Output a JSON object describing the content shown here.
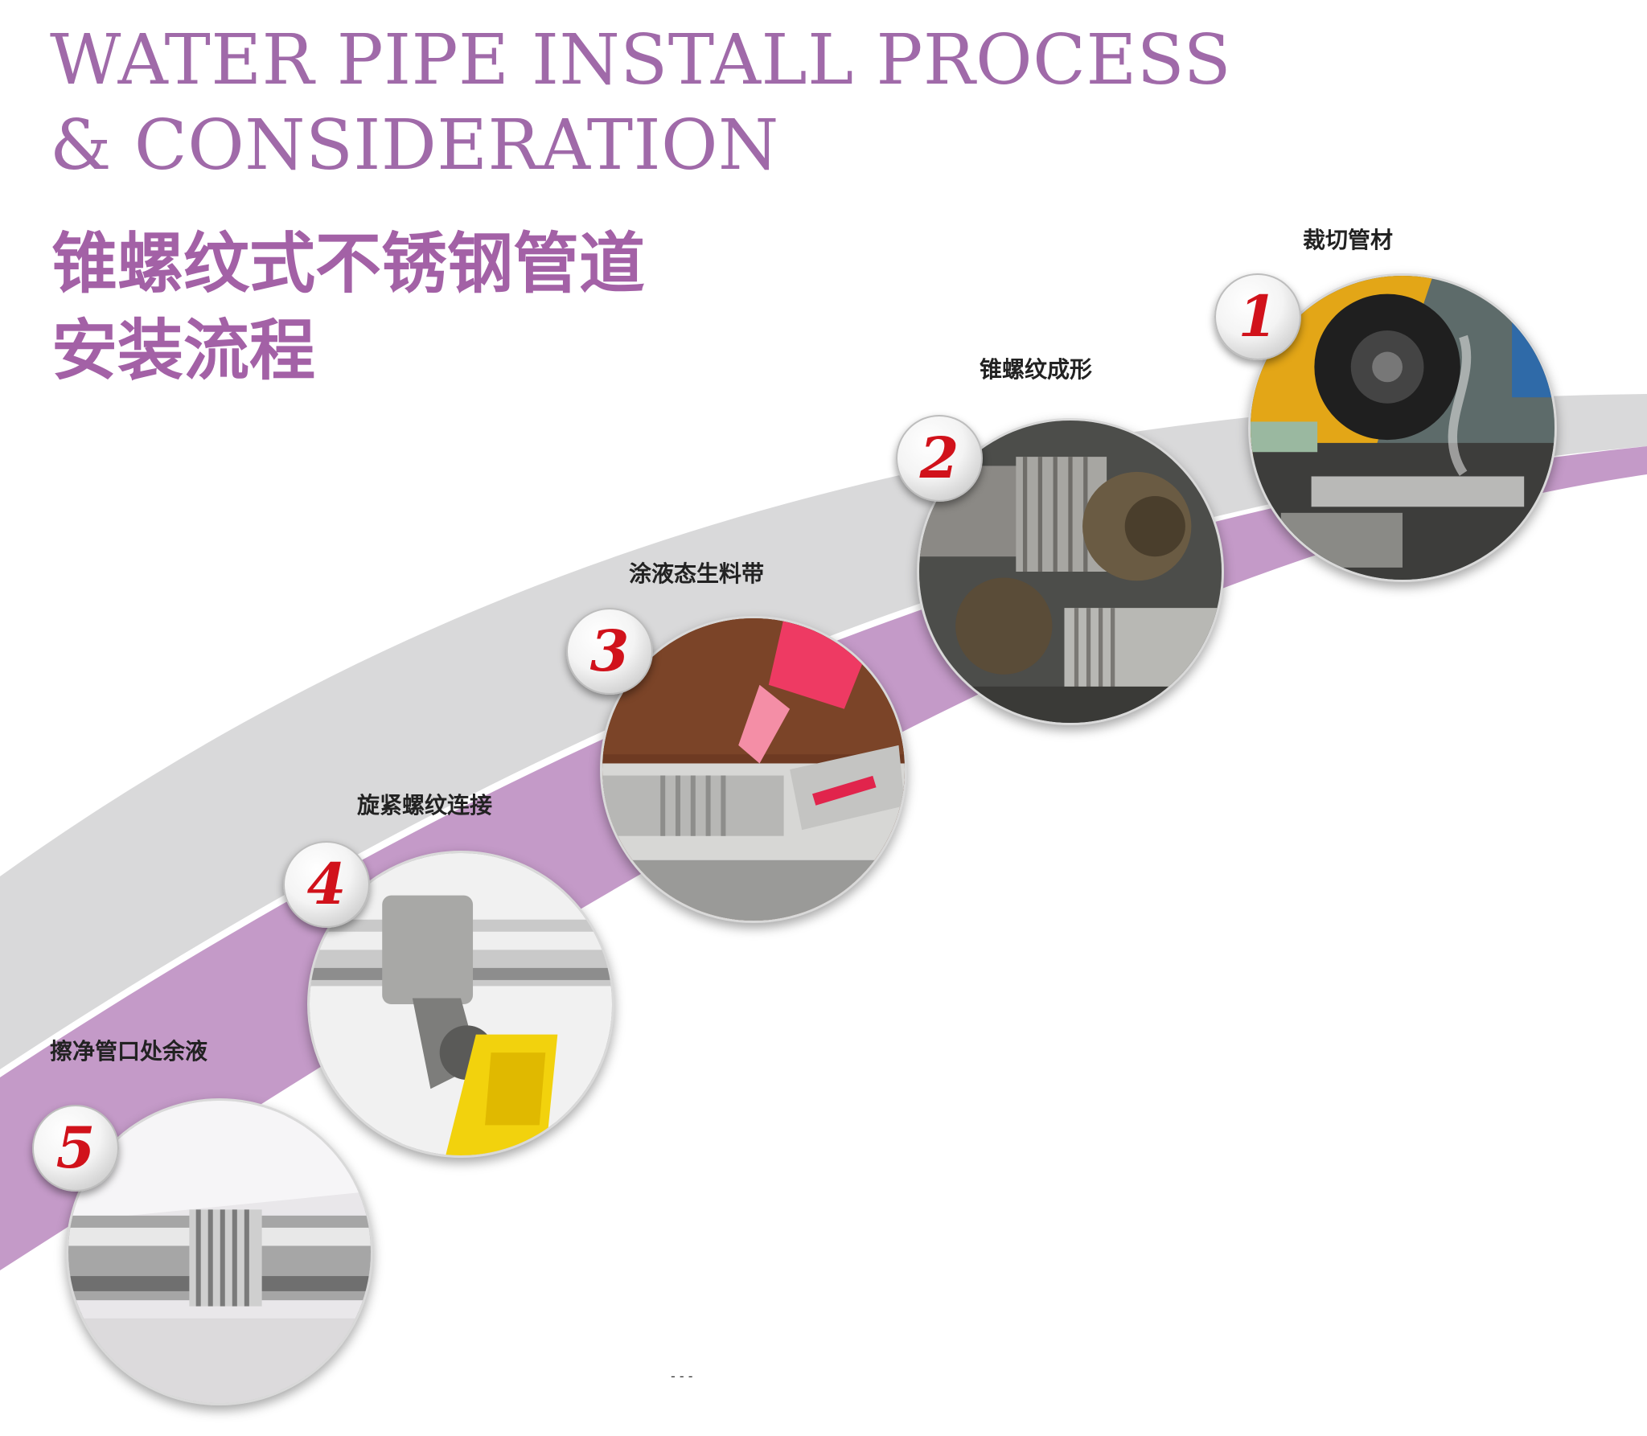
{
  "title": {
    "en_line1": "WATER PIPE INSTALL PROCESS",
    "en_line2": "& CONSIDERATION",
    "cn_line1": "锥螺纹式不锈钢管道",
    "cn_line2": "安装流程"
  },
  "colors": {
    "title": "#a06aa9",
    "band_purple": "#c49ac8",
    "band_gray": "#d9d9da",
    "number": "#d1121b"
  },
  "steps": [
    {
      "number": "1",
      "label": "裁切管材"
    },
    {
      "number": "2",
      "label": "锥螺纹成形"
    },
    {
      "number": "3",
      "label": "涂液态生料带"
    },
    {
      "number": "4",
      "label": "旋紧螺纹连接"
    },
    {
      "number": "5",
      "label": "擦净管口处余液"
    }
  ],
  "footnote": "- - -"
}
